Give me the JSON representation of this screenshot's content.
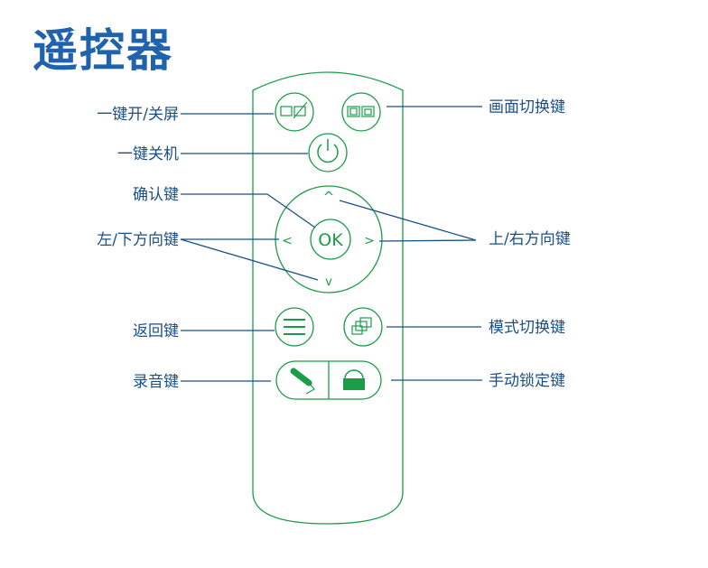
{
  "title": "遥控器",
  "labels": {
    "screen_toggle": "一键开/关屏",
    "power_off": "一键关机",
    "confirm": "确认键",
    "left_down": "左/下方向键",
    "back": "返回键",
    "record": "录音键",
    "switch_view": "画面切换键",
    "up_right": "上/右方向键",
    "mode_switch": "模式切换键",
    "manual_lock": "手动锁定键"
  },
  "buttons": {
    "ok": "OK",
    "up": "^",
    "down": "v",
    "left": "<",
    "right": ">"
  },
  "colors": {
    "title": "#1f62ad",
    "label": "#1a4f86",
    "remote_green": "#1b9d48"
  }
}
